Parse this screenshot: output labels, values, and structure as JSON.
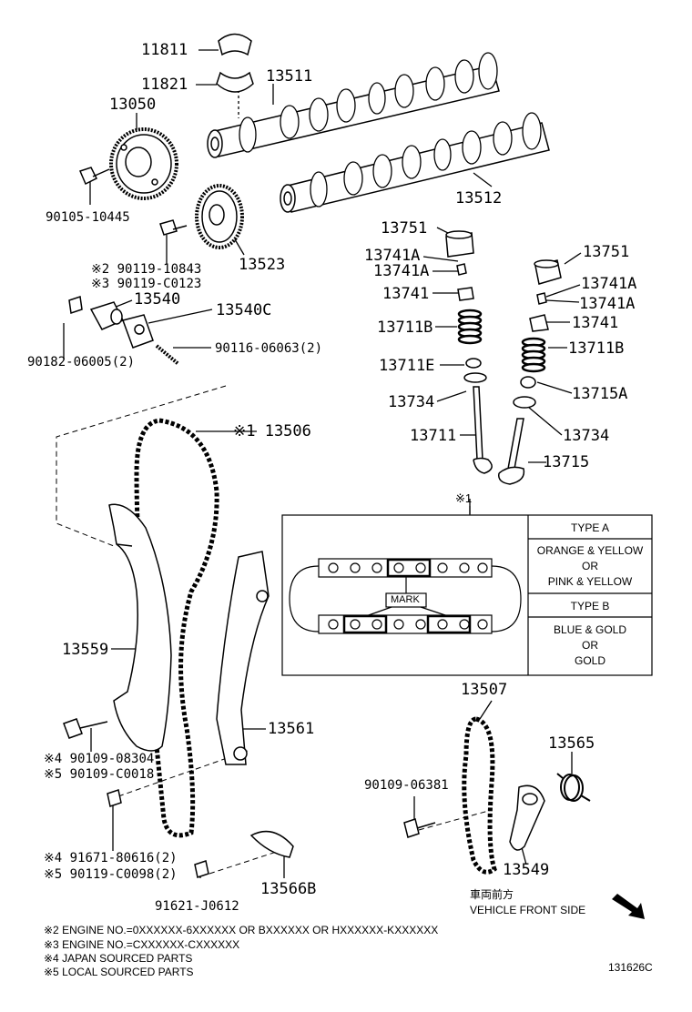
{
  "parts": {
    "p11811": "11811",
    "p11821": "11821",
    "p13511": "13511",
    "p13050": "13050",
    "p90105": "90105-10445",
    "p13512": "13512",
    "p90119a": "※2 90119-10843",
    "p90119b": "※3 90119-C0123",
    "p13523": "13523",
    "p13540": "13540",
    "p13540c": "13540C",
    "p90182": "90182-06005(2)",
    "p90116": "90116-06063(2)",
    "p13751a": "13751",
    "p13741a1": "13741A",
    "p13741a2": "13741A",
    "p13741a": "13741",
    "p13711b_a": "13711B",
    "p13711e": "13711E",
    "p13734a": "13734",
    "p13711": "13711",
    "p13751b": "13751",
    "p13741a3": "13741A",
    "p13741a4": "13741A",
    "p13741b": "13741",
    "p13711b_b": "13711B",
    "p13715a": "13715A",
    "p13734b": "13734",
    "p13715": "13715",
    "p13506": "※1 13506",
    "p13559": "13559",
    "p13561": "13561",
    "p90109a": "※4 90109-08304",
    "p90109b": "※5 90109-C0018",
    "p91671": "※4 91671-80616(2)",
    "p90119c": "※5 90119-C0098(2)",
    "p91621": "91621-J0612",
    "p13566b": "13566B",
    "p13507": "13507",
    "p13565": "13565",
    "p90109c": "90109-06381",
    "p13549": "13549"
  },
  "detail": {
    "ref": "※1",
    "mark": "MARK",
    "typeA": "TYPE A",
    "typeA_colors": [
      "ORANGE & YELLOW",
      "OR",
      "PINK & YELLOW"
    ],
    "typeB": "TYPE B",
    "typeB_colors": [
      "BLUE & GOLD",
      "OR",
      "GOLD"
    ]
  },
  "front": {
    "jp": "車両前方",
    "en": "VEHICLE FRONT SIDE"
  },
  "notes": [
    "※2 ENGINE NO.=0XXXXXX-6XXXXXX OR BXXXXXX OR HXXXXXX-KXXXXXX",
    "※3 ENGINE NO.=CXXXXXX-CXXXXXX",
    "※4 JAPAN SOURCED PARTS",
    "※5 LOCAL SOURCED PARTS"
  ],
  "figure_id": "131626C"
}
